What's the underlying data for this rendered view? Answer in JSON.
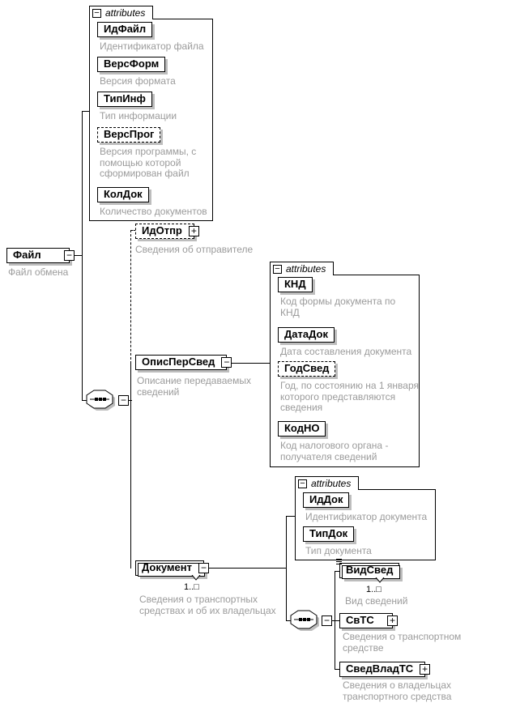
{
  "diagram": {
    "attributes_tab_label": "attributes",
    "icons": {
      "collapse": "−",
      "expand": "+"
    },
    "root": {
      "label": "Файл",
      "annotation": "Файл обмена"
    },
    "file_attributes": [
      {
        "label": "ИдФайл",
        "annotation": "Идентификатор файла",
        "optional": false
      },
      {
        "label": "ВерсФорм",
        "annotation": "Версия формата",
        "optional": false
      },
      {
        "label": "ТипИнф",
        "annotation": "Тип информации",
        "optional": false
      },
      {
        "label": "ВерсПрог",
        "annotation": "Версия программы, с помощью которой сформирован файл",
        "optional": true
      },
      {
        "label": "КолДок",
        "annotation": "Количество документов",
        "optional": false
      }
    ],
    "id_otpr": {
      "label": "ИдОтпр",
      "annotation": "Сведения об отправителе",
      "optional": true
    },
    "opis_per_sved": {
      "label": "ОписПерСвед",
      "annotation": "Описание передаваемых сведений"
    },
    "opis_attributes": [
      {
        "label": "КНД",
        "annotation": "Код формы документа по КНД",
        "optional": false
      },
      {
        "label": "ДатаДок",
        "annotation": "Дата составления документа",
        "optional": false
      },
      {
        "label": "ГодСвед",
        "annotation": "Год, по состоянию на 1 января которого представляются сведения",
        "optional": true
      },
      {
        "label": "КодНО",
        "annotation": "Код налогового органа - получателя сведений",
        "optional": false
      }
    ],
    "dokument": {
      "label": "Документ",
      "annotation": "Сведения о транспортных средствах и об их владельцах",
      "occurrence": "1..□"
    },
    "dokument_attributes": [
      {
        "label": "ИдДок",
        "annotation": "Идентификатор документа",
        "optional": false
      },
      {
        "label": "ТипДок",
        "annotation": "Тип документа",
        "optional": false
      }
    ],
    "vid_sved": {
      "label": "ВидСвед",
      "annotation": "Вид сведений",
      "occurrence": "1..□"
    },
    "sv_ts": {
      "label": "СвТС",
      "annotation": "Сведения о транспортном средстве"
    },
    "sved_vlad_ts": {
      "label": "СведВладТС",
      "annotation": "Сведения о владельцах транспортного средства"
    }
  }
}
